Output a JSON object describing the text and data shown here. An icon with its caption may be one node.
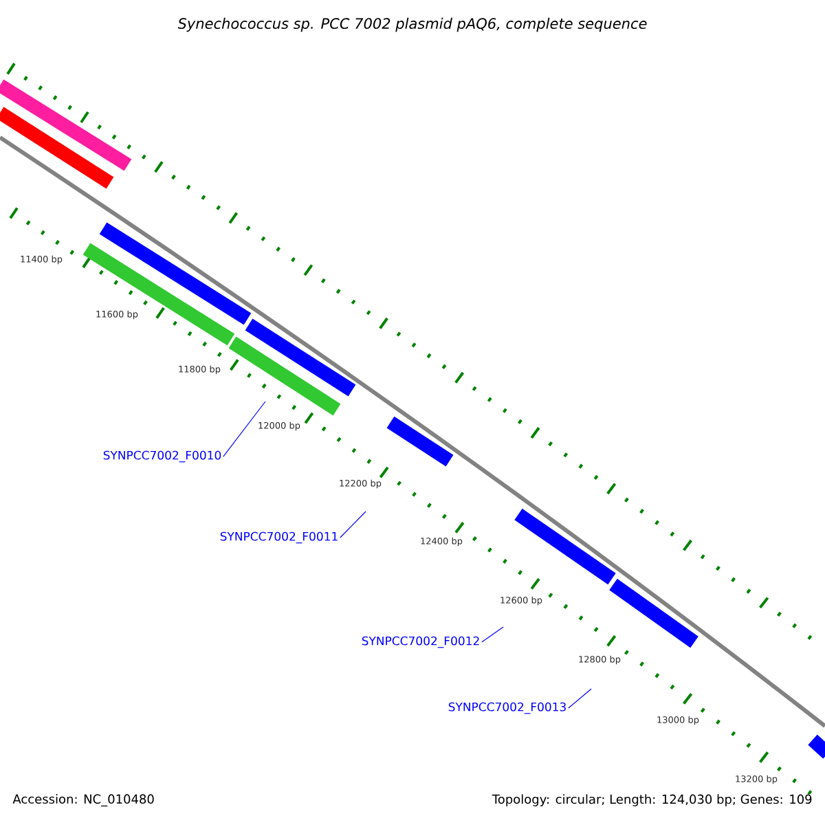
{
  "diagram": {
    "title": "Synechococcus sp. PCC 7002 plasmid pAQ6, complete sequence",
    "nodes": [
      {
        "text": [
          "SYNPCC7002_F0010"
        ]
      },
      {
        "text": [
          "SYNPCC7002_F0011"
        ]
      },
      {
        "text": [
          "SYNPCC7002_F0012"
        ]
      },
      {
        "text": [
          "SYNPCC7002_F0013"
        ]
      }
    ],
    "edges": [
      {
        "from": 0,
        "to": null,
        "arrow": "none"
      },
      {
        "from": 1,
        "to": null,
        "arrow": "none"
      },
      {
        "from": 2,
        "to": null,
        "arrow": "none"
      },
      {
        "from": 3,
        "to": null,
        "arrow": "none"
      }
    ],
    "labels": [
      "11400 bp",
      "11600 bp",
      "11800 bp",
      "12000 bp",
      "12200 bp",
      "12400 bp",
      "12600 bp",
      "12800 bp",
      "13000 bp",
      "13200 bp",
      "Accession: NC_010480",
      "Topology: circular; Length: 124,030 bp; Genes: 109"
    ]
  }
}
